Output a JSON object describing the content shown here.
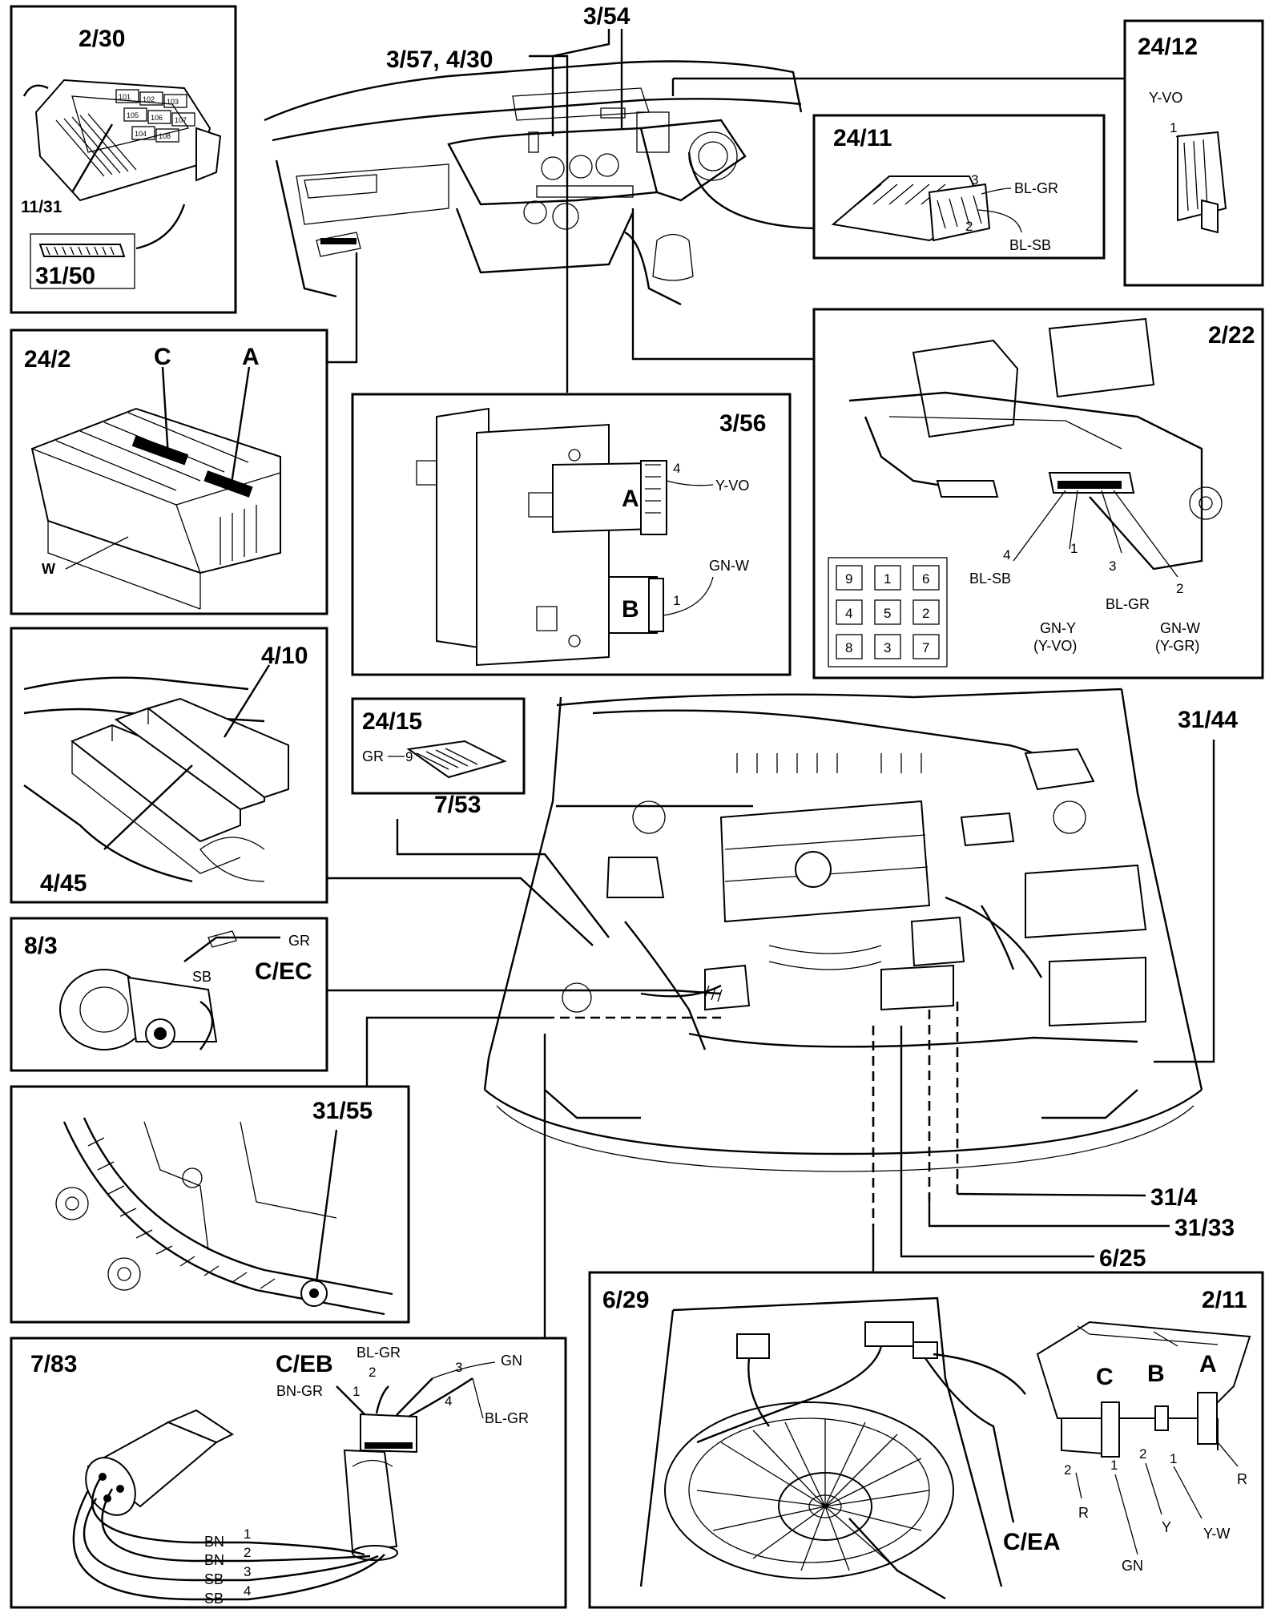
{
  "panels": {
    "p2_30": {
      "id": "2/30",
      "label_11_31": "11/31",
      "label_31_50": "31/50",
      "fuse_numbers": [
        "101",
        "102",
        "103",
        "104",
        "105",
        "106",
        "107",
        "108"
      ]
    },
    "p24_2": {
      "id": "24/2",
      "label_c": "C",
      "label_a": "A",
      "label_w": "W"
    },
    "p3_56": {
      "id": "3/56",
      "socket_a": "A",
      "socket_b": "B",
      "pin_a": "4",
      "wire_a": "Y-VO",
      "pin_b": "1",
      "wire_b": "GN-W"
    },
    "p24_11": {
      "id": "24/11",
      "pin_3": "3",
      "wire_3": "BL-GR",
      "pin_2": "2",
      "wire_2": "BL-SB"
    },
    "p24_12": {
      "id": "24/12",
      "wire": "Y-VO",
      "pin": "1"
    },
    "p2_22": {
      "id": "2/22",
      "grid": [
        "9",
        "1",
        "6",
        "4",
        "5",
        "2",
        "8",
        "3",
        "7"
      ],
      "pins": [
        "4",
        "1",
        "3",
        "2"
      ],
      "wires": {
        "w4": "BL-SB",
        "w1": "GN-Y",
        "w1_alt": "(Y-VO)",
        "w3": "BL-GR",
        "w2": "GN-W",
        "w2_alt": "(Y-GR)"
      }
    },
    "p4_10": {
      "id": "4/10",
      "label_4_45": "4/45"
    },
    "p24_15": {
      "id": "24/15",
      "wire": "GR",
      "pin": "9"
    },
    "p8_3": {
      "id": "8/3",
      "connector": "C/EC",
      "wire_gr": "GR",
      "wire_sb": "SB"
    },
    "p31_55": {
      "id": "31/55"
    },
    "p7_83": {
      "id": "7/83",
      "connector": "C/EB",
      "top_wires": [
        {
          "pin": "1",
          "wire": "BN-GR"
        },
        {
          "pin": "2",
          "wire": "BL-GR"
        },
        {
          "pin": "3",
          "wire": "GN"
        },
        {
          "pin": "4",
          "wire": "BL-GR"
        }
      ],
      "bottom_wires": [
        {
          "pin": "1",
          "wire": "BN"
        },
        {
          "pin": "2",
          "wire": "BN"
        },
        {
          "pin": "3",
          "wire": "SB"
        },
        {
          "pin": "4",
          "wire": "SB"
        }
      ]
    },
    "p6_29": {
      "id": "6/29",
      "connector": "C/EA"
    },
    "p2_11": {
      "id": "2/11",
      "terminals": [
        "C",
        "B",
        "A"
      ],
      "pins": [
        "2",
        "1",
        "2",
        "1"
      ],
      "wires": [
        "R",
        "GN",
        "Y",
        "Y-W",
        "R"
      ]
    }
  },
  "callouts": {
    "c3_54": "3/54",
    "c3_57": "3/57, 4/30",
    "c7_53": "7/53",
    "c31_44": "31/44",
    "c31_4": "31/4",
    "c31_33": "31/33",
    "c6_25": "6/25"
  }
}
